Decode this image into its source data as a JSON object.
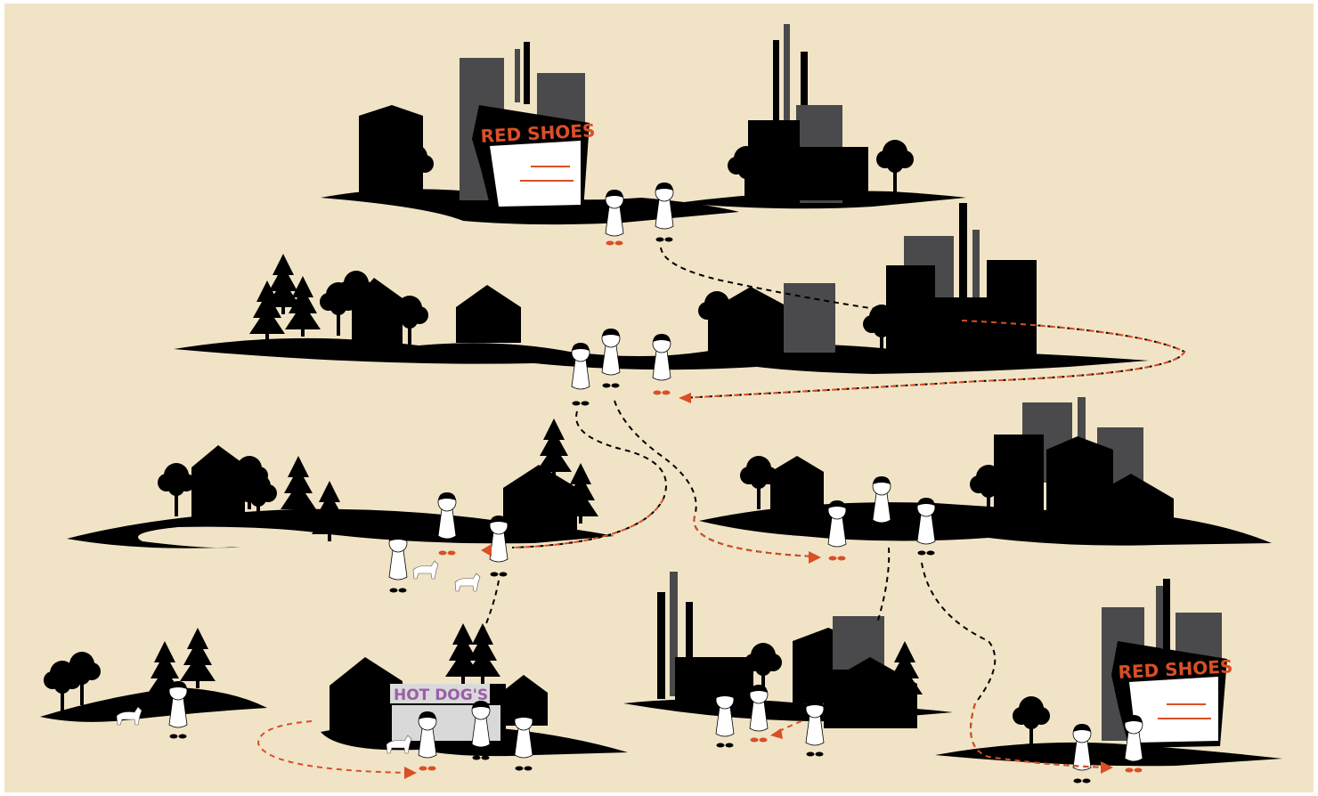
{
  "palette": {
    "background": "#f1e4c6",
    "silhouette": "#000000",
    "grey_building": "#4a4a4c",
    "person_body": "#ffffff",
    "shoe_red": "#d94f26",
    "path_black": "#000000",
    "path_red": "#d94f26",
    "hotdog_sign_text": "#9b5ea8",
    "sign_board": "#d9d9d9"
  },
  "signs": {
    "red_shoes_top": "RED SHOES",
    "red_shoes_bottom": "RED SHOES",
    "hot_dogs": "HOT DOG'S"
  },
  "icons": {
    "house": "house-silhouette",
    "factory": "factory-silhouette",
    "tree": "tree-silhouette",
    "pine": "pine-tree-silhouette",
    "person": "person-figure",
    "dog": "dog-figure",
    "shoe": "red-shoe"
  }
}
